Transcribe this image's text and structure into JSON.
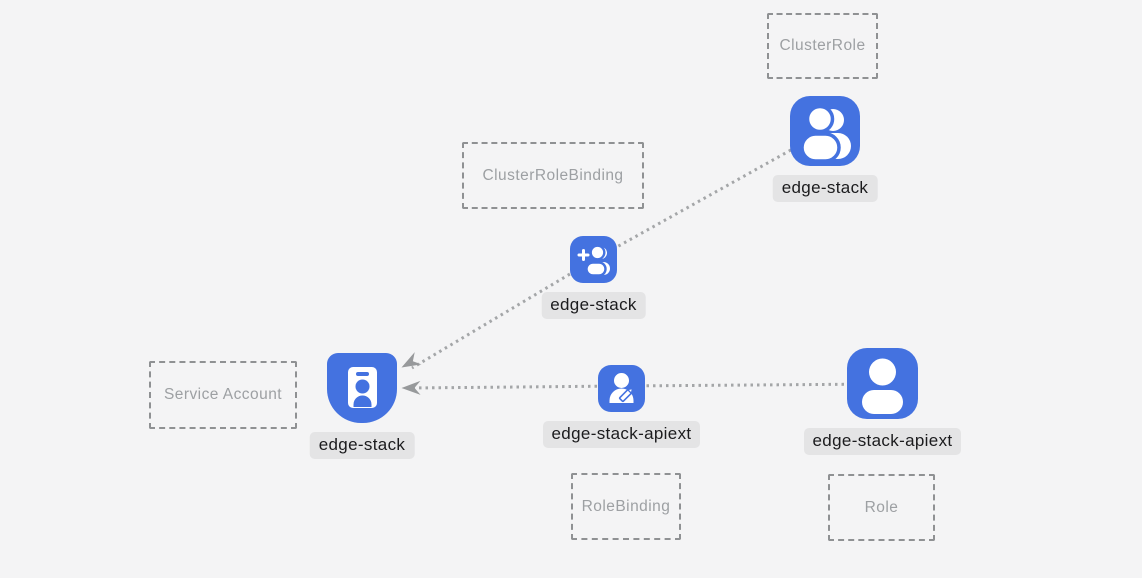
{
  "canvas": {
    "background": "#f4f4f5"
  },
  "palette": {
    "node_blue": "#4472e0",
    "glyph_white": "#ffffff",
    "edge_dot_color": "#a4a6a8",
    "arrow_color": "#97999b",
    "box_border": "#8f9193",
    "box_label_color": "#9da0a3",
    "chip_bg": "#e4e4e5",
    "chip_text": "#1b1b1d"
  },
  "type_boxes": [
    {
      "label": "ClusterRole"
    },
    {
      "label": "ClusterRoleBinding"
    },
    {
      "label": "Service Account"
    },
    {
      "label": "RoleBinding"
    },
    {
      "label": "Role"
    }
  ],
  "nodes": [
    {
      "kind": "ClusterRole",
      "label": "edge-stack",
      "icon": "users-icon"
    },
    {
      "kind": "ClusterRoleBinding",
      "label": "edge-stack",
      "icon": "user-plus-icon"
    },
    {
      "kind": "ServiceAccount",
      "label": "edge-stack",
      "icon": "id-badge-icon"
    },
    {
      "kind": "RoleBinding",
      "label": "edge-stack-apiext",
      "icon": "user-edit-icon"
    },
    {
      "kind": "Role",
      "label": "edge-stack-apiext",
      "icon": "user-icon"
    }
  ],
  "edges": [
    {
      "from": "ClusterRole edge-stack",
      "via": "ClusterRoleBinding edge-stack",
      "to": "ServiceAccount edge-stack",
      "style": "dotted-arrow"
    },
    {
      "from": "Role edge-stack-apiext",
      "via": "RoleBinding edge-stack-apiext",
      "to": "ServiceAccount edge-stack",
      "style": "dotted-arrow"
    }
  ]
}
